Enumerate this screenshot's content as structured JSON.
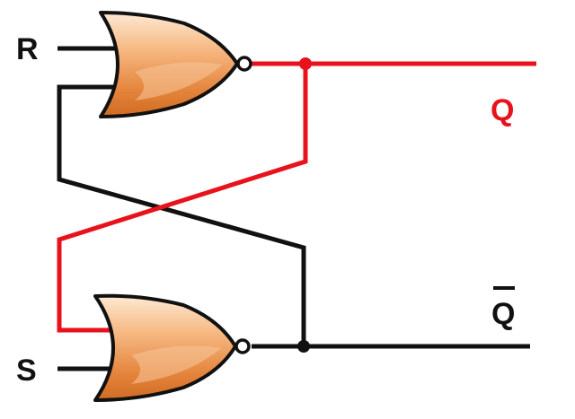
{
  "labels": {
    "r": "R",
    "s": "S",
    "q": "Q",
    "q_bar": "Q"
  },
  "colors": {
    "wire_q": "#e8121c",
    "wire_q_bar": "#111111",
    "gate_fill_light": "#fbe2c6",
    "gate_fill_mid": "#f3a566",
    "gate_fill_dark": "#d9742a",
    "gate_outline": "#111111",
    "label_q": "#e8121c",
    "label_default": "#111111"
  },
  "components": {
    "top_gate": "nor-gate",
    "bottom_gate": "nor-gate"
  }
}
